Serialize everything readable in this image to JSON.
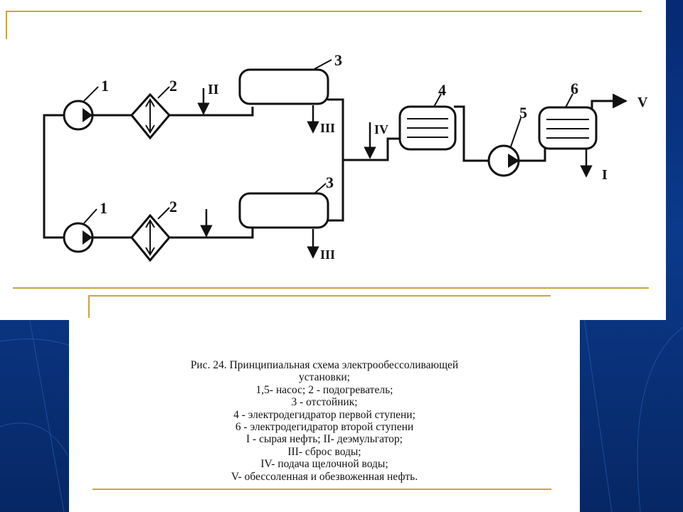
{
  "diagram": {
    "labels": {
      "pump_top": "1",
      "heater_top": "2",
      "settler_top": "3",
      "dehydrator1": "4",
      "pump2": "5",
      "dehydrator2": "6",
      "pump_bottom": "1",
      "heater_bottom": "2",
      "settler_bottom": "3"
    },
    "streams": {
      "demulsifier": "II",
      "water_top": "III",
      "water_bottom": "III",
      "alkaline_water": "IV",
      "product": "V",
      "outlet_bottom": "I"
    }
  },
  "caption": {
    "lines": [
      "Рис. 24. Принципиальная схема электрообессоливающей",
      "установки;",
      "1,5- насос; 2 - подогреватель;",
      "3 - отстойник;",
      "4 - электродегидратор первой ступени;",
      "6 - электродегидратор второй ступени",
      "I - сырая нефть; II- деэмульгатор;",
      "III- сброс воды;",
      "IV- подача щелочной воды;",
      "V- обессоленная и обезвоженная нефть."
    ]
  },
  "colors": {
    "accent_gold": "#c9a53a",
    "background_blue": "#0b3a8c",
    "ink": "#111111"
  }
}
